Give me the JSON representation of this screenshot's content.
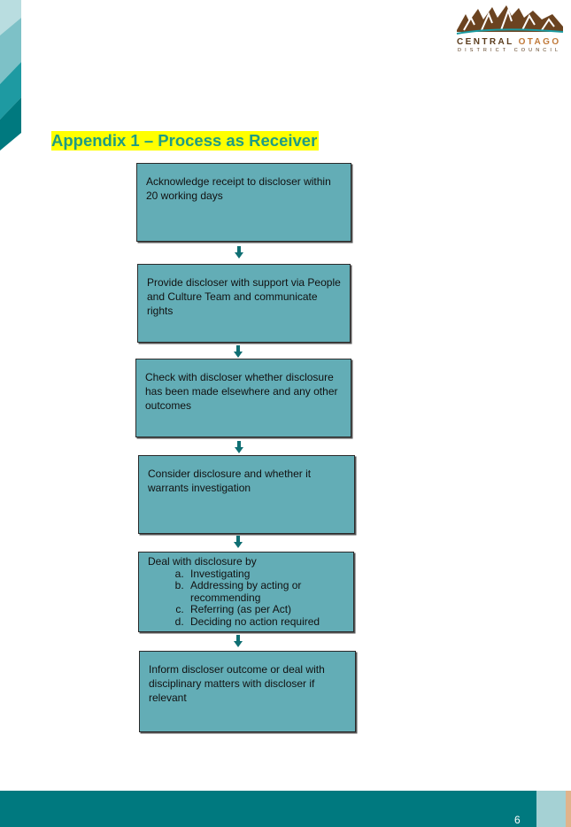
{
  "logo": {
    "line1_word1": "CENTRAL",
    "line1_word2": "OTAGO",
    "line2": "DISTRICT COUNCIL"
  },
  "heading": "Appendix 1 – Process as Receiver",
  "steps": [
    {
      "text": "Acknowledge receipt to discloser within 20 working days"
    },
    {
      "text": "Provide discloser with support via People and Culture Team and communicate rights"
    },
    {
      "text": "Check with discloser whether disclosure has been made elsewhere and any other outcomes"
    },
    {
      "text": "Consider disclosure and whether it warrants investigation"
    },
    {
      "text": "Deal with disclosure by",
      "items": [
        "Investigating",
        "Addressing by acting or recommending",
        "Referring (as per Act)",
        "Deciding no action required"
      ]
    },
    {
      "text": "Inform discloser outcome or deal with disciplinary matters with discloser if relevant"
    }
  ],
  "page_number": "6",
  "colors": {
    "box_fill": "#63adb6",
    "arrow": "#0f6f73",
    "heading_text": "#1f9c83",
    "heading_highlight": "#ffff00",
    "footer": "#00797f"
  }
}
